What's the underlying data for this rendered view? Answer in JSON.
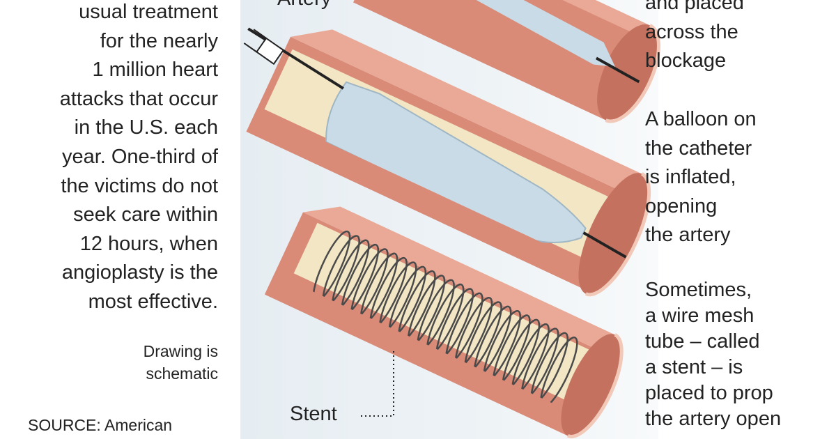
{
  "left_text": [
    "usual treatment",
    "for the nearly",
    "1 million heart",
    "attacks that occur",
    "in the U.S. each",
    "year. One-third of",
    "the victims do not",
    "seek care within",
    "12 hours, when",
    "angioplasty is the",
    "most effective."
  ],
  "note": [
    "Drawing is",
    "schematic"
  ],
  "source": "SOURCE: American",
  "labels": {
    "artery": "Artery",
    "stent": "Stent"
  },
  "step1": [
    "and placed",
    "across the",
    "blockage"
  ],
  "step2": [
    "A balloon on",
    "the catheter",
    "is inflated,",
    "opening",
    "the artery"
  ],
  "step3": [
    "Sometimes,",
    "a wire mesh",
    "tube – called",
    "a stent – is",
    "placed to prop",
    "the artery open"
  ],
  "colors": {
    "artery": "#d98b78",
    "artery_inner": "#c4725f",
    "plaque": "#f2e6c4",
    "balloon": "#c9dbe6",
    "panel": "#e8eef3"
  }
}
